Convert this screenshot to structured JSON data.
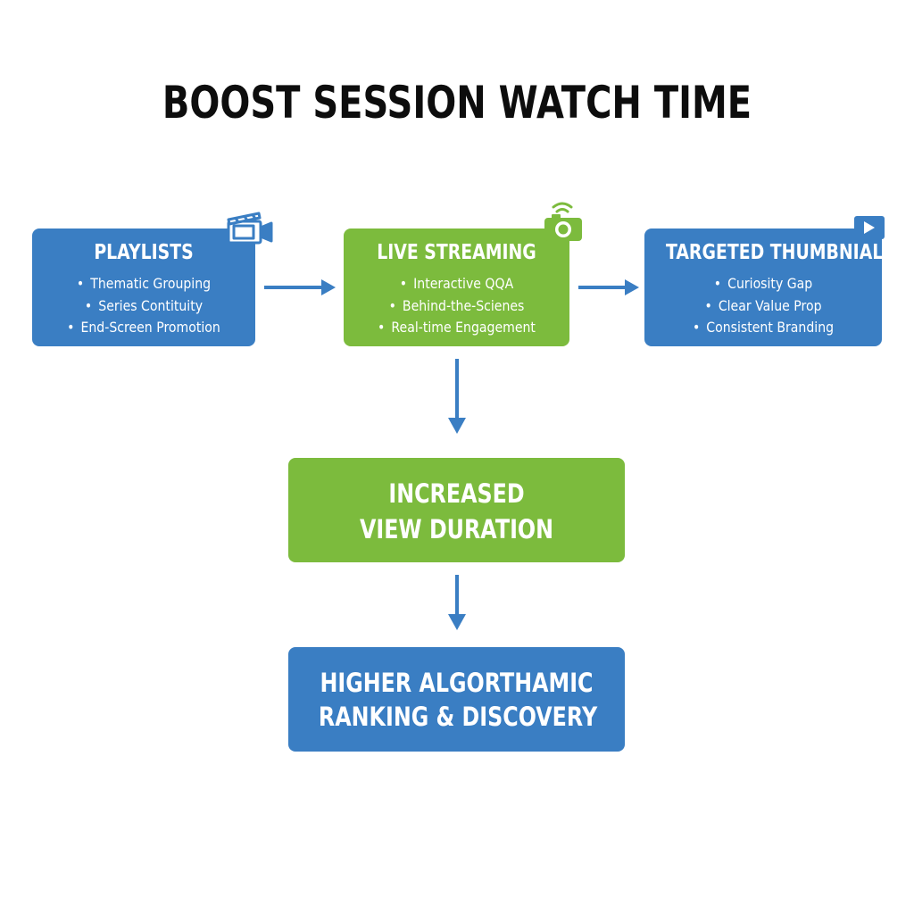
{
  "title": "BOOST SESSION WATCH TIME",
  "boxes": {
    "playlists": {
      "title": "PLAYLISTS",
      "items": [
        "Thematic Grouping",
        "Series Contituity",
        "End-Screen Promotion"
      ]
    },
    "live_streaming": {
      "title": "LIVE STREAMING",
      "items": [
        "Interactive QQA",
        "Behind-the-Scienes",
        "Real-time Engagement"
      ]
    },
    "thumbnails": {
      "title": "TARGETED THUMBNIALS",
      "items": [
        "Curiosity Gap",
        "Clear Value Prop",
        "Consistent Branding"
      ]
    },
    "duration": {
      "line1": "INCREASED",
      "line2": "VIEW DURATION"
    },
    "ranking": {
      "line1": "HIGHER ALGORTHAMIC",
      "line2": "RANKING & DISCOVERY"
    }
  },
  "bullet": "•",
  "icons": {
    "playlists": "film-camera-icon",
    "live_streaming": "live-camera-icon",
    "thumbnails": "play-icon"
  },
  "colors": {
    "blue": "#3a7ec3",
    "green": "#7cbb3d",
    "arrow": "#3a7ec3",
    "title": "#0d0d0d"
  }
}
